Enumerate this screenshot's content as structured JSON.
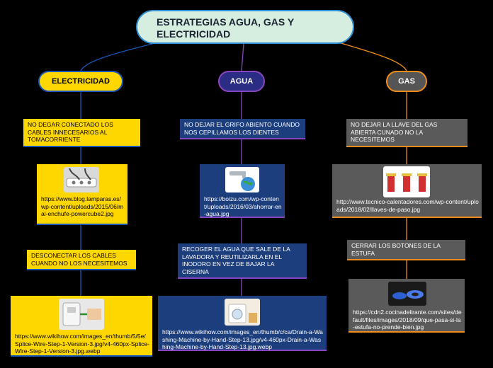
{
  "root": {
    "title_line1": "ESTRATEGIAS AGUA, GAS Y",
    "title_line2": "ELECTRICIDAD"
  },
  "branches": {
    "electricidad": {
      "label": "ELECTRICIDAD",
      "topic1": "NO DEGAR CONECTADO LOS CABLES INNECESARIOS AL TOMACORRIENTE",
      "image1_url": "https://www.blog.lamparas.es/wp-content/uploads/2015/06/mal-enchufe-powercube2.jpg",
      "topic2": "DESCONECTAR LOS CABLES CUANDO NO LOS NECESITEMOS",
      "image2_url": "https://www.wikihow.com/images_en/thumb/5/5e/Splice-Wire-Step-1-Version-3.jpg/v4-460px-Splice-Wire-Step-1-Version-3.jpg.webp"
    },
    "agua": {
      "label": "AGUA",
      "topic1": "NO DEJAR EL GRIFO ABIENTO CUANDO NOS CEPILLAMOS LOS DIENTES",
      "image1_url": "https://boizu.com/wp-content/uploads/2016/03/ahorrar-en-agua.jpg",
      "topic2": "RECOGER EL AGUA QUE SALE DE LA LAVADORA Y REUTILIZARLA EN EL INODORO EN VEZ DE BAJAR LA CISERNA",
      "image2_url": "https://www.wikihow.com/images_en/thumb/c/ca/Drain-a-Washing-Machine-by-Hand-Step-13.jpg/v4-460px-Drain-a-Washing-Machine-by-Hand-Step-13.jpg.webp"
    },
    "gas": {
      "label": "GAS",
      "topic1": "NO DEJAR LA LLAVE DEL GAS ABIERTA CUNADO NO LA NECESITEMOS",
      "image1_url": "http://www.tecnico-calentadores.com/wp-content/uploads/2018/02/llaves-de-paso.jpg",
      "topic2": "CERRAR LOS BOTONES DE LA ESTUFA",
      "image2_url": "https://cdn2.cocinadelirante.com/sites/default/files/images/2018/09/que-pasa-si-la-estufa-no-prende-bien.jpg"
    }
  },
  "colors": {
    "electricidad": "#1a56b8",
    "agua": "#8a45c0",
    "gas": "#f08c1a",
    "root_border": "#2f8fd0"
  }
}
